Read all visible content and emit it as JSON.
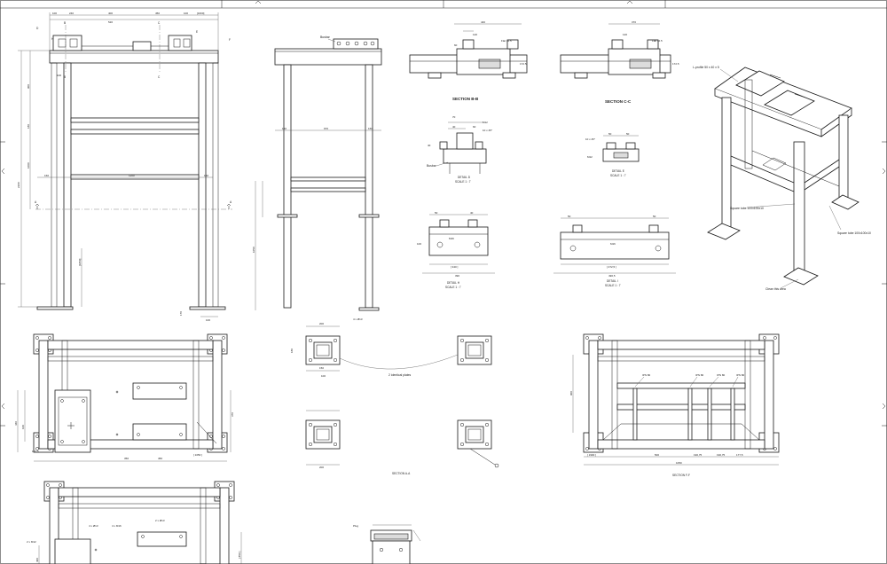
{
  "sections": {
    "bb": "SECTION B-B",
    "cc": "SECTION C-C",
    "aa": "SECTION A-A",
    "ff": "SECTION F-F"
  },
  "details": {
    "d_title": "DETAIL D",
    "d_scale": "SCALE 1 : 7",
    "e_title": "DETAIL E",
    "e_scale": "SCALE 1 : 7",
    "h_title": "DETAIL H",
    "h_scale": "SCALE 1 : 7",
    "i_title": "DETAIL I",
    "i_scale": "SCALE 1 : 7"
  },
  "notes": {
    "angle": "L-profile 50 x 40 x 5",
    "square_tube_1": "Square tube 100x100x10",
    "square_tube_2": "Square tube 100x100x10",
    "clean_area": "Clean this area",
    "identical_plates": "2 identical plates",
    "busbar": "Busbar",
    "plug": "Plug"
  },
  "section_labels": {
    "a": "A",
    "b": "B",
    "c": "C",
    "d": "D",
    "e": "E",
    "f": "F",
    "h": "H"
  },
  "dims": {
    "front_top_1": "100",
    "front_top_2": "240",
    "front_top_3": "400",
    "front_top_4": "520",
    "front_top_5": "450",
    "front_top_6": "100",
    "front_top_7": "[1600]",
    "front_left_1": "900",
    "front_left_2": "180",
    "front_left_3": "1000",
    "front_left_4": "2200",
    "front_mid_1": "160",
    "front_mid_2": "1200",
    "front_mid_3": "160",
    "front_mid_4": "100",
    "front_bot_1": "[1050]",
    "front_bot_2": "100",
    "front_bot_3": "170",
    "side_1": "160",
    "side_2": "970",
    "side_3": "160",
    "side_4": "1050",
    "bb_1": "440",
    "bb_2": "120",
    "bb_3": "60",
    "bb_4": "Flat 12.5",
    "bb_5": "172.5",
    "cc_1": "370",
    "cc_2": "120",
    "cc_3": "Flat 12.5",
    "cc_4": "172.5",
    "dd_1": "70",
    "dd_2": "40",
    "dd_3": "60",
    "dd_4": "40",
    "dd_5": "M12",
    "dd_6": "10 x 45°",
    "ee_1": "50",
    "ee_2": "50",
    "ee_3": "10 x 45°",
    "ee_4": "M12",
    "hh_1": "50",
    "hh_2": "40",
    "hh_3": "100",
    "hh_4": "[ 340 ]",
    "hh_5": "390",
    "hh_6": "M16",
    "ii_1": "50",
    "ii_2": "50",
    "ii_3": "[ 472,5 ]",
    "ii_4": "490,5",
    "ii_5": "M16",
    "plan_1": "[ 1050 ]",
    "plan_2": "350",
    "plan_3": "450",
    "plan_4": "172.5",
    "plan_5": "370",
    "plan_6": "100",
    "plan_7": "440",
    "pad_1": "200",
    "pad_2": "150",
    "pad_3": "100",
    "pad_4": "4 x Ø13",
    "pad_5": "180",
    "pad_6": "200",
    "sf_1": "[ 1900 ]",
    "sf_2": "500",
    "sf_3": "190,75",
    "sf_4": "190,75",
    "sf_5": "177,5",
    "sf_6": "1050",
    "sf_7": "900",
    "sf_ipn1": "IPN 80",
    "sf_ipn2": "IPN 80",
    "sf_ipn3": "IPN 80",
    "sf_ipn4": "IPN 80",
    "bot_1": "4 x Ø13",
    "bot_2": "4 x M16",
    "bot_3": "2 x Ø13",
    "bot_4": "2 x M12",
    "bot_5": "[ 850 ]",
    "bot_6": "400"
  }
}
